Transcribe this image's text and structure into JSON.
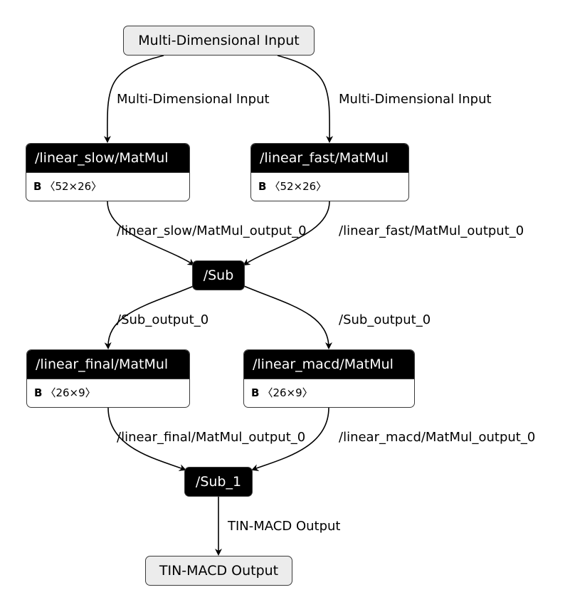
{
  "nodes": {
    "input": {
      "label": "Multi-Dimensional Input"
    },
    "linear_slow": {
      "name": "/linear_slow/MatMul",
      "attr_key": "B",
      "attr_val": "〈52×26〉"
    },
    "linear_fast": {
      "name": "/linear_fast/MatMul",
      "attr_key": "B",
      "attr_val": "〈52×26〉"
    },
    "sub": {
      "name": "/Sub"
    },
    "linear_final": {
      "name": "/linear_final/MatMul",
      "attr_key": "B",
      "attr_val": "〈26×9〉"
    },
    "linear_macd": {
      "name": "/linear_macd/MatMul",
      "attr_key": "B",
      "attr_val": "〈26×9〉"
    },
    "sub_1": {
      "name": "/Sub_1"
    },
    "output": {
      "label": "TIN-MACD Output"
    }
  },
  "edges": {
    "in_to_slow": "Multi-Dimensional Input",
    "in_to_fast": "Multi-Dimensional Input",
    "slow_to_sub": "/linear_slow/MatMul_output_0",
    "fast_to_sub": "/linear_fast/MatMul_output_0",
    "sub_to_final": "/Sub_output_0",
    "sub_to_macd": "/Sub_output_0",
    "final_to_sub1": "/linear_final/MatMul_output_0",
    "macd_to_sub1": "/linear_macd/MatMul_output_0",
    "sub1_to_out": "TIN-MACD Output"
  },
  "colors": {
    "op_fill": "#000000",
    "io_fill": "#ececec",
    "stroke": "#3a3a3a"
  }
}
